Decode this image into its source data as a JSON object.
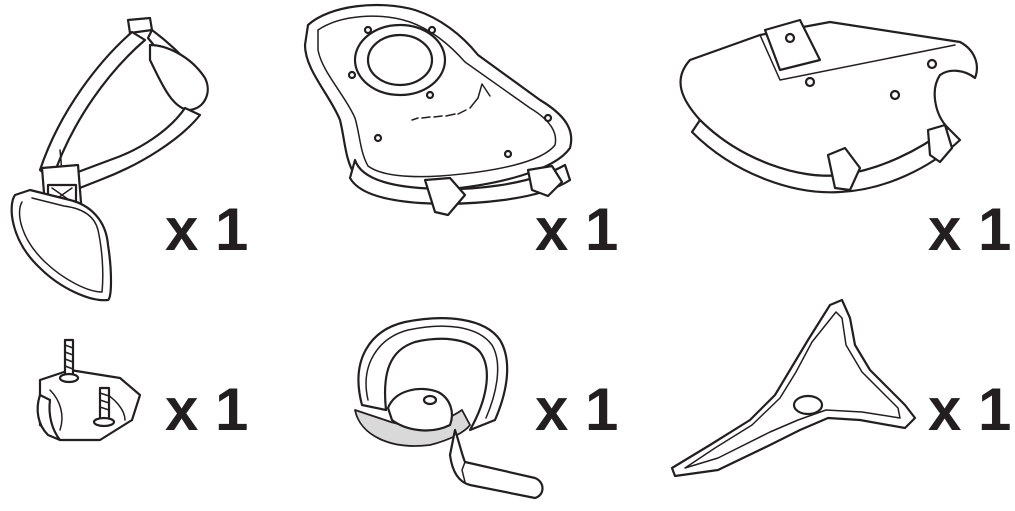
{
  "parts": [
    {
      "icon": "shoulder-harness-icon",
      "quantity": "x 1"
    },
    {
      "icon": "grass-guard-icon",
      "quantity": "x 1"
    },
    {
      "icon": "blade-guard-icon",
      "quantity": "x 1"
    },
    {
      "icon": "bracket-clamp-icon",
      "quantity": "x 1"
    },
    {
      "icon": "loop-handle-icon",
      "quantity": "x 1"
    },
    {
      "icon": "three-tooth-blade-icon",
      "quantity": "x 1"
    }
  ],
  "colors": {
    "line": "#231f20",
    "background": "#ffffff"
  }
}
